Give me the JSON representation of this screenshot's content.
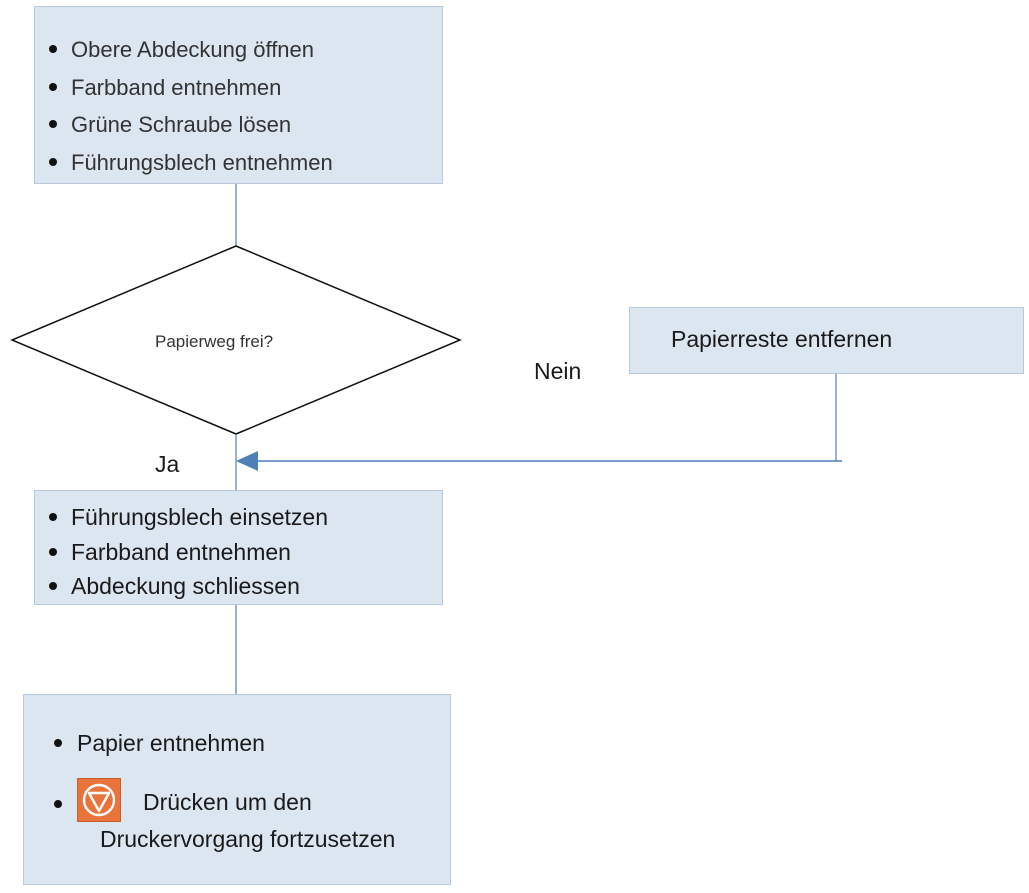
{
  "steps_top": {
    "items": [
      "Obere Abdeckung öffnen",
      "Farbband entnehmen",
      "Grüne Schraube lösen",
      "Führungsblech entnehmen"
    ]
  },
  "decision": {
    "question": "Papierweg frei?",
    "no_label": "Nein",
    "yes_label": "Ja"
  },
  "no_branch": {
    "action": "Papierreste entfernen"
  },
  "steps_middle": {
    "items": [
      "Führungsblech einsetzen",
      "Farbband entnehmen",
      "Abdeckung schliessen"
    ]
  },
  "steps_bottom": {
    "paper_item": "Papier entnehmen",
    "press_line1": "Drücken um den",
    "press_line2": "Druckervorgang fortzusetzen",
    "icon": "stop-button-icon"
  },
  "colors": {
    "box_fill": "#dce6f1",
    "connector": "#4f7fb8",
    "stop_icon": "#e8743b"
  }
}
